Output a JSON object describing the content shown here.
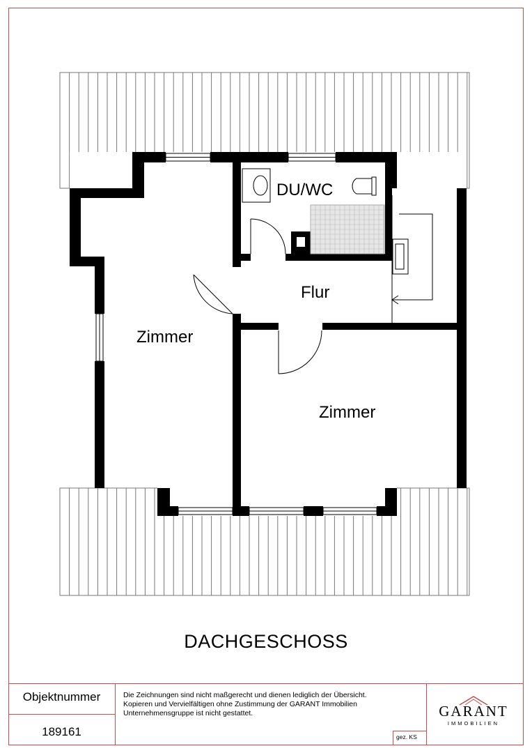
{
  "plan": {
    "rooms": {
      "bath": "DU/WC",
      "hall": "Flur",
      "room_left": "Zimmer",
      "room_right": "Zimmer"
    },
    "floor_title": "DACHGESCHOSS",
    "colors": {
      "wall": "#000000",
      "frame": "#c0504d",
      "hatch": "#555555"
    }
  },
  "title_block": {
    "object_label": "Objektnummer",
    "object_number": "189161",
    "disclaimer_line1": "Die Zeichnungen sind nicht maßgerecht und dienen lediglich der Übersicht.",
    "disclaimer_line2": "Kopieren und Vervielfältigen ohne Zustimmung der GARANT Immobilien",
    "disclaimer_line3": "Unternehmensgruppe ist nicht gestattet.",
    "signoff": "gez. KS",
    "logo_word": "GARANT",
    "logo_sub": "IMMOBILIEN"
  }
}
